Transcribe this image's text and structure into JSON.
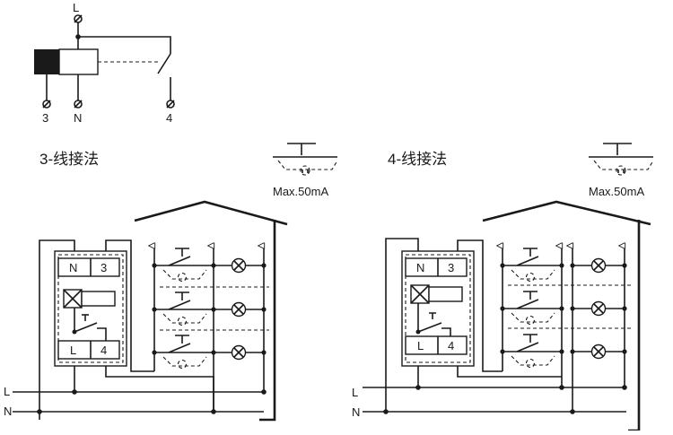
{
  "relay_symbol": {
    "terminal_top": "L",
    "terminal_left": "3",
    "terminal_mid": "N",
    "terminal_right": "4"
  },
  "diagrams": [
    {
      "title": "3-线接法",
      "button_rating": "Max.50mA",
      "module_top_left": "N",
      "module_top_right": "3",
      "module_bottom_left": "L",
      "module_bottom_right": "4",
      "bus_l": "L",
      "bus_n": "N"
    },
    {
      "title": "4-线接法",
      "button_rating": "Max.50mA",
      "module_top_left": "N",
      "module_top_right": "3",
      "module_bottom_left": "L",
      "module_bottom_right": "4",
      "bus_l": "L",
      "bus_n": "N"
    }
  ]
}
